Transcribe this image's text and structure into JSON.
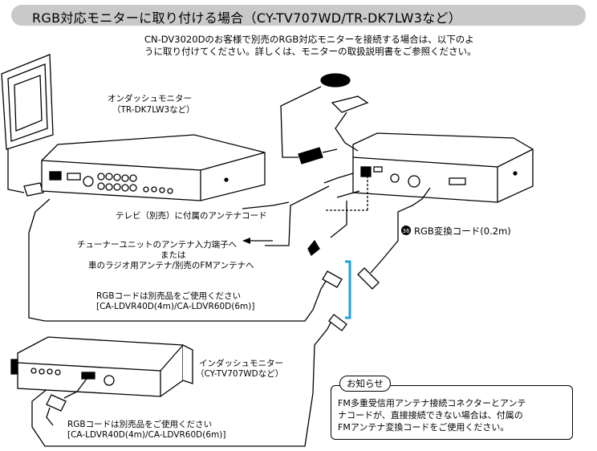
{
  "title": "RGB対応モニターに取り付ける場合（CY-TV707WD/TR-DK7LW3など）",
  "intro": {
    "line1": "CN-DV3020Dのお客様で別売のRGB対応モニターを接続する場合は、以下のよ",
    "line2": "うに取り付けてください。詳しくは、モニターの取扱説明書をご参照ください。"
  },
  "onDash": {
    "label1": "オンダッシュモニター",
    "label2": "（TR-DK7LW3など）"
  },
  "antennaCord": "テレビ（別売）に付属のアンテナコード",
  "tuner": {
    "line1": "チューナーユニットのアンテナ入力端子へ",
    "line2": "または",
    "line3": "車のラジオ用アンテナ/別売のFMアンテナへ"
  },
  "rgbCord": {
    "badge": "36",
    "label": "RGB変換コード(0.2m)"
  },
  "rgbNote1": {
    "line1": "RGBコードは別売品をご使用ください",
    "line2": "[CA-LDVR40D(4m)/CA-LDVR60D(6m)]"
  },
  "inDash": {
    "label1": "インダッシュモニター",
    "label2": "（CY-TV707WDなど）"
  },
  "rgbNote2": {
    "line1": "RGBコードは別売品をご使用ください",
    "line2": "[CA-LDVR40D(4m)/CA-LDVR60D(6m)]"
  },
  "notice": {
    "tab": "お知らせ",
    "line1": "FM多重受信用アンテナ接続コネクターとアンテ",
    "line2": "ナコードが、直接接続できない場合は、付属の",
    "line3": "FMアンテナ変換コードをご使用ください。"
  }
}
